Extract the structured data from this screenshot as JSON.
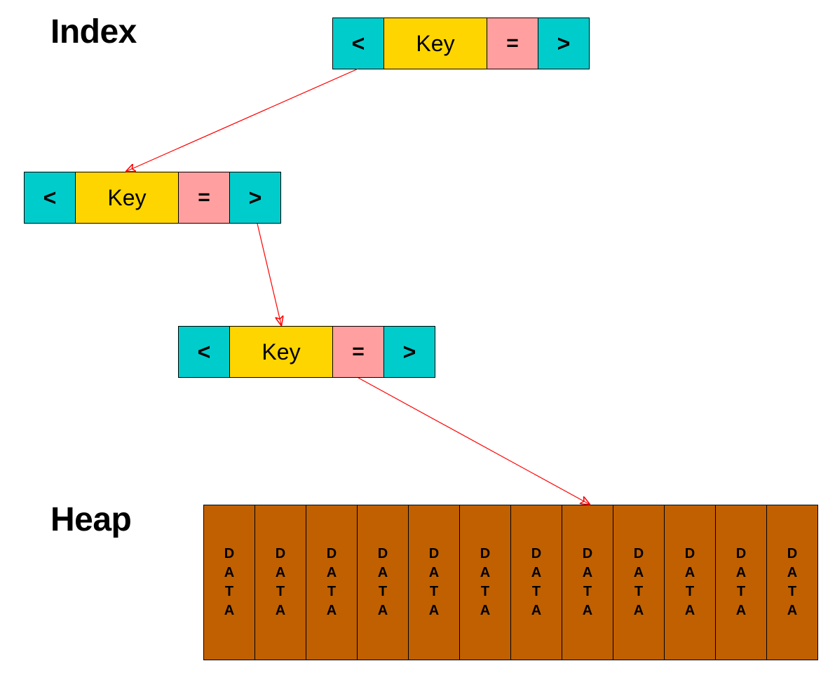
{
  "labels": {
    "index": "Index",
    "heap": "Heap"
  },
  "node_cells": {
    "lt": "<",
    "key": "Key",
    "eq": "=",
    "gt": ">"
  },
  "heap_cells": [
    "DATA",
    "DATA",
    "DATA",
    "DATA",
    "DATA",
    "DATA",
    "DATA",
    "DATA",
    "DATA",
    "DATA",
    "DATA",
    "DATA"
  ],
  "colors": {
    "pointer_cell": "#00cccc",
    "key_cell": "#ffd500",
    "equal_cell": "#ff9f9f",
    "heap_cell": "#c06000",
    "arrow": "#ff0000"
  }
}
